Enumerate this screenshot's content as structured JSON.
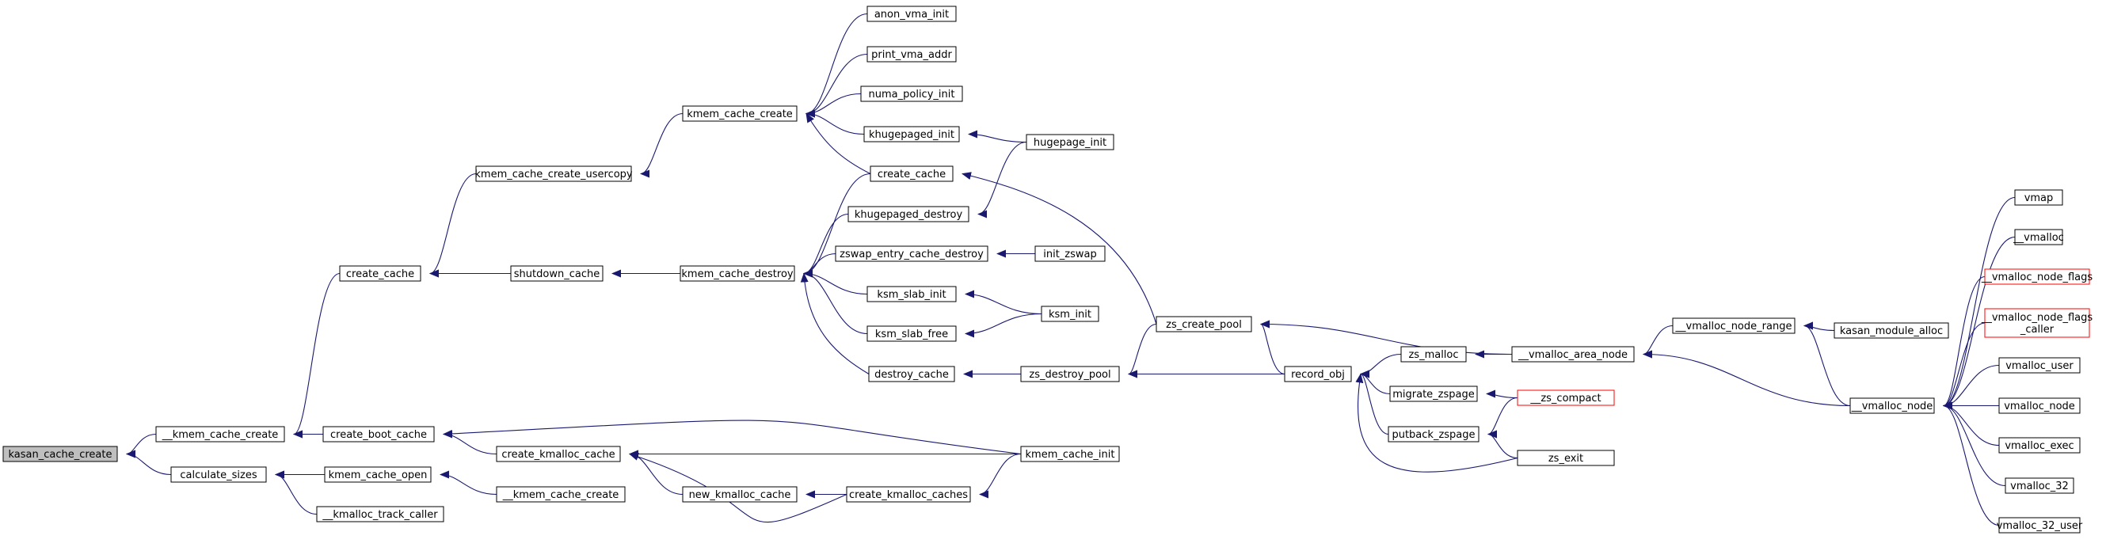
{
  "colors": {
    "edge": "#191970",
    "root_fill": "#bfbfbf",
    "truncated_border": "#ff0000",
    "node_border": "#000000",
    "background": "#ffffff"
  },
  "nodes": [
    {
      "id": "kasan_cache_create",
      "label": "kasan_cache_create",
      "root": true
    },
    {
      "id": "kmem_cache_create_u",
      "label": "__kmem_cache_create"
    },
    {
      "id": "calculate_sizes",
      "label": "calculate_sizes"
    },
    {
      "id": "create_cache_1",
      "label": "create_cache"
    },
    {
      "id": "create_boot_cache",
      "label": "create_boot_cache"
    },
    {
      "id": "kmem_cache_open",
      "label": "kmem_cache_open"
    },
    {
      "id": "kmalloc_track_caller",
      "label": "__kmalloc_track_caller"
    },
    {
      "id": "kmem_cache_create_usercopy",
      "label": "kmem_cache_create_usercopy"
    },
    {
      "id": "shutdown_cache",
      "label": "shutdown_cache"
    },
    {
      "id": "create_kmalloc_cache",
      "label": "create_kmalloc_cache"
    },
    {
      "id": "kmem_cache_create_u2",
      "label": "__kmem_cache_create"
    },
    {
      "id": "kmem_cache_create",
      "label": "kmem_cache_create"
    },
    {
      "id": "kmem_cache_destroy",
      "label": "kmem_cache_destroy"
    },
    {
      "id": "new_kmalloc_cache",
      "label": "new_kmalloc_cache"
    },
    {
      "id": "anon_vma_init",
      "label": "anon_vma_init"
    },
    {
      "id": "print_vma_addr",
      "label": "print_vma_addr"
    },
    {
      "id": "numa_policy_init",
      "label": "numa_policy_init"
    },
    {
      "id": "khugepaged_init",
      "label": "khugepaged_init"
    },
    {
      "id": "create_cache_2",
      "label": "create_cache"
    },
    {
      "id": "khugepaged_destroy",
      "label": "khugepaged_destroy"
    },
    {
      "id": "zswap_entry_cache_destroy",
      "label": "zswap_entry_cache_destroy"
    },
    {
      "id": "ksm_slab_init",
      "label": "ksm_slab_init"
    },
    {
      "id": "ksm_slab_free",
      "label": "ksm_slab_free"
    },
    {
      "id": "destroy_cache",
      "label": "destroy_cache"
    },
    {
      "id": "create_kmalloc_caches",
      "label": "create_kmalloc_caches"
    },
    {
      "id": "hugepage_init",
      "label": "hugepage_init"
    },
    {
      "id": "init_zswap",
      "label": "init_zswap"
    },
    {
      "id": "ksm_init",
      "label": "ksm_init"
    },
    {
      "id": "zs_destroy_pool",
      "label": "zs_destroy_pool"
    },
    {
      "id": "kmem_cache_init",
      "label": "kmem_cache_init"
    },
    {
      "id": "zs_create_pool",
      "label": "zs_create_pool"
    },
    {
      "id": "record_obj",
      "label": "record_obj"
    },
    {
      "id": "zs_malloc",
      "label": "zs_malloc"
    },
    {
      "id": "migrate_zspage",
      "label": "migrate_zspage"
    },
    {
      "id": "putback_zspage",
      "label": "putback_zspage"
    },
    {
      "id": "vmalloc_area_node",
      "label": "__vmalloc_area_node"
    },
    {
      "id": "zs_compact",
      "label": "__zs_compact",
      "truncated": true
    },
    {
      "id": "zs_exit",
      "label": "zs_exit"
    },
    {
      "id": "vmalloc_node_range",
      "label": "__vmalloc_node_range"
    },
    {
      "id": "kasan_module_alloc",
      "label": "kasan_module_alloc"
    },
    {
      "id": "vmalloc_node_u",
      "label": "__vmalloc_node"
    },
    {
      "id": "vmap",
      "label": "vmap"
    },
    {
      "id": "vmalloc_u",
      "label": "__vmalloc"
    },
    {
      "id": "vmalloc_node_flags",
      "label": "__vmalloc_node_flags",
      "truncated": true
    },
    {
      "id": "vmalloc_node_flags_caller",
      "label": "__vmalloc_node_flags\n_caller",
      "truncated": true
    },
    {
      "id": "vmalloc_user",
      "label": "vmalloc_user"
    },
    {
      "id": "vmalloc_node",
      "label": "vmalloc_node"
    },
    {
      "id": "vmalloc_exec",
      "label": "vmalloc_exec"
    },
    {
      "id": "vmalloc_32",
      "label": "vmalloc_32"
    },
    {
      "id": "vmalloc_32_user",
      "label": "vmalloc_32_user"
    }
  ],
  "edges": [
    [
      "kmem_cache_create_u",
      "kasan_cache_create"
    ],
    [
      "calculate_sizes",
      "kasan_cache_create"
    ],
    [
      "create_cache_1",
      "kmem_cache_create_u"
    ],
    [
      "create_boot_cache",
      "kmem_cache_create_u"
    ],
    [
      "kmem_cache_open",
      "calculate_sizes"
    ],
    [
      "kmalloc_track_caller",
      "calculate_sizes"
    ],
    [
      "kmem_cache_create_usercopy",
      "create_cache_1"
    ],
    [
      "shutdown_cache",
      "create_cache_1"
    ],
    [
      "create_kmalloc_cache",
      "create_boot_cache"
    ],
    [
      "kmem_cache_init",
      "create_boot_cache"
    ],
    [
      "kmem_cache_create_u2",
      "kmem_cache_open"
    ],
    [
      "kmem_cache_create",
      "kmem_cache_create_usercopy"
    ],
    [
      "kmem_cache_destroy",
      "shutdown_cache"
    ],
    [
      "new_kmalloc_cache",
      "create_kmalloc_cache"
    ],
    [
      "kmem_cache_init",
      "create_kmalloc_cache"
    ],
    [
      "create_kmalloc_caches",
      "create_kmalloc_cache"
    ],
    [
      "anon_vma_init",
      "kmem_cache_create"
    ],
    [
      "print_vma_addr",
      "kmem_cache_create"
    ],
    [
      "numa_policy_init",
      "kmem_cache_create"
    ],
    [
      "khugepaged_init",
      "kmem_cache_create"
    ],
    [
      "create_cache_2",
      "kmem_cache_create"
    ],
    [
      "create_cache_2",
      "kmem_cache_destroy"
    ],
    [
      "khugepaged_destroy",
      "kmem_cache_destroy"
    ],
    [
      "zswap_entry_cache_destroy",
      "kmem_cache_destroy"
    ],
    [
      "ksm_slab_init",
      "kmem_cache_destroy"
    ],
    [
      "ksm_slab_free",
      "kmem_cache_destroy"
    ],
    [
      "destroy_cache",
      "kmem_cache_destroy"
    ],
    [
      "create_kmalloc_caches",
      "new_kmalloc_cache"
    ],
    [
      "hugepage_init",
      "khugepaged_init"
    ],
    [
      "hugepage_init",
      "khugepaged_destroy"
    ],
    [
      "zs_create_pool",
      "create_cache_2"
    ],
    [
      "init_zswap",
      "zswap_entry_cache_destroy"
    ],
    [
      "ksm_init",
      "ksm_slab_init"
    ],
    [
      "ksm_init",
      "ksm_slab_free"
    ],
    [
      "zs_destroy_pool",
      "destroy_cache"
    ],
    [
      "kmem_cache_init",
      "create_kmalloc_caches"
    ],
    [
      "zs_create_pool",
      "zs_destroy_pool"
    ],
    [
      "record_obj",
      "zs_destroy_pool"
    ],
    [
      "vmalloc_area_node",
      "zs_create_pool"
    ],
    [
      "record_obj",
      "zs_create_pool"
    ],
    [
      "zs_malloc",
      "record_obj"
    ],
    [
      "migrate_zspage",
      "record_obj"
    ],
    [
      "putback_zspage",
      "record_obj"
    ],
    [
      "zs_exit",
      "record_obj"
    ],
    [
      "vmalloc_area_node",
      "zs_malloc"
    ],
    [
      "zs_compact",
      "migrate_zspage"
    ],
    [
      "zs_compact",
      "putback_zspage"
    ],
    [
      "zs_exit",
      "putback_zspage"
    ],
    [
      "vmalloc_node_range",
      "vmalloc_area_node"
    ],
    [
      "vmalloc_node_u",
      "vmalloc_area_node"
    ],
    [
      "kasan_module_alloc",
      "vmalloc_node_range"
    ],
    [
      "vmalloc_node_u",
      "vmalloc_node_range"
    ],
    [
      "vmap",
      "vmalloc_node_u"
    ],
    [
      "vmalloc_u",
      "vmalloc_node_u"
    ],
    [
      "vmalloc_node_flags",
      "vmalloc_node_u"
    ],
    [
      "vmalloc_node_flags_caller",
      "vmalloc_node_u"
    ],
    [
      "vmalloc_user",
      "vmalloc_node_u"
    ],
    [
      "vmalloc_node",
      "vmalloc_node_u"
    ],
    [
      "vmalloc_exec",
      "vmalloc_node_u"
    ],
    [
      "vmalloc_32",
      "vmalloc_node_u"
    ],
    [
      "vmalloc_32_user",
      "vmalloc_node_u"
    ]
  ]
}
